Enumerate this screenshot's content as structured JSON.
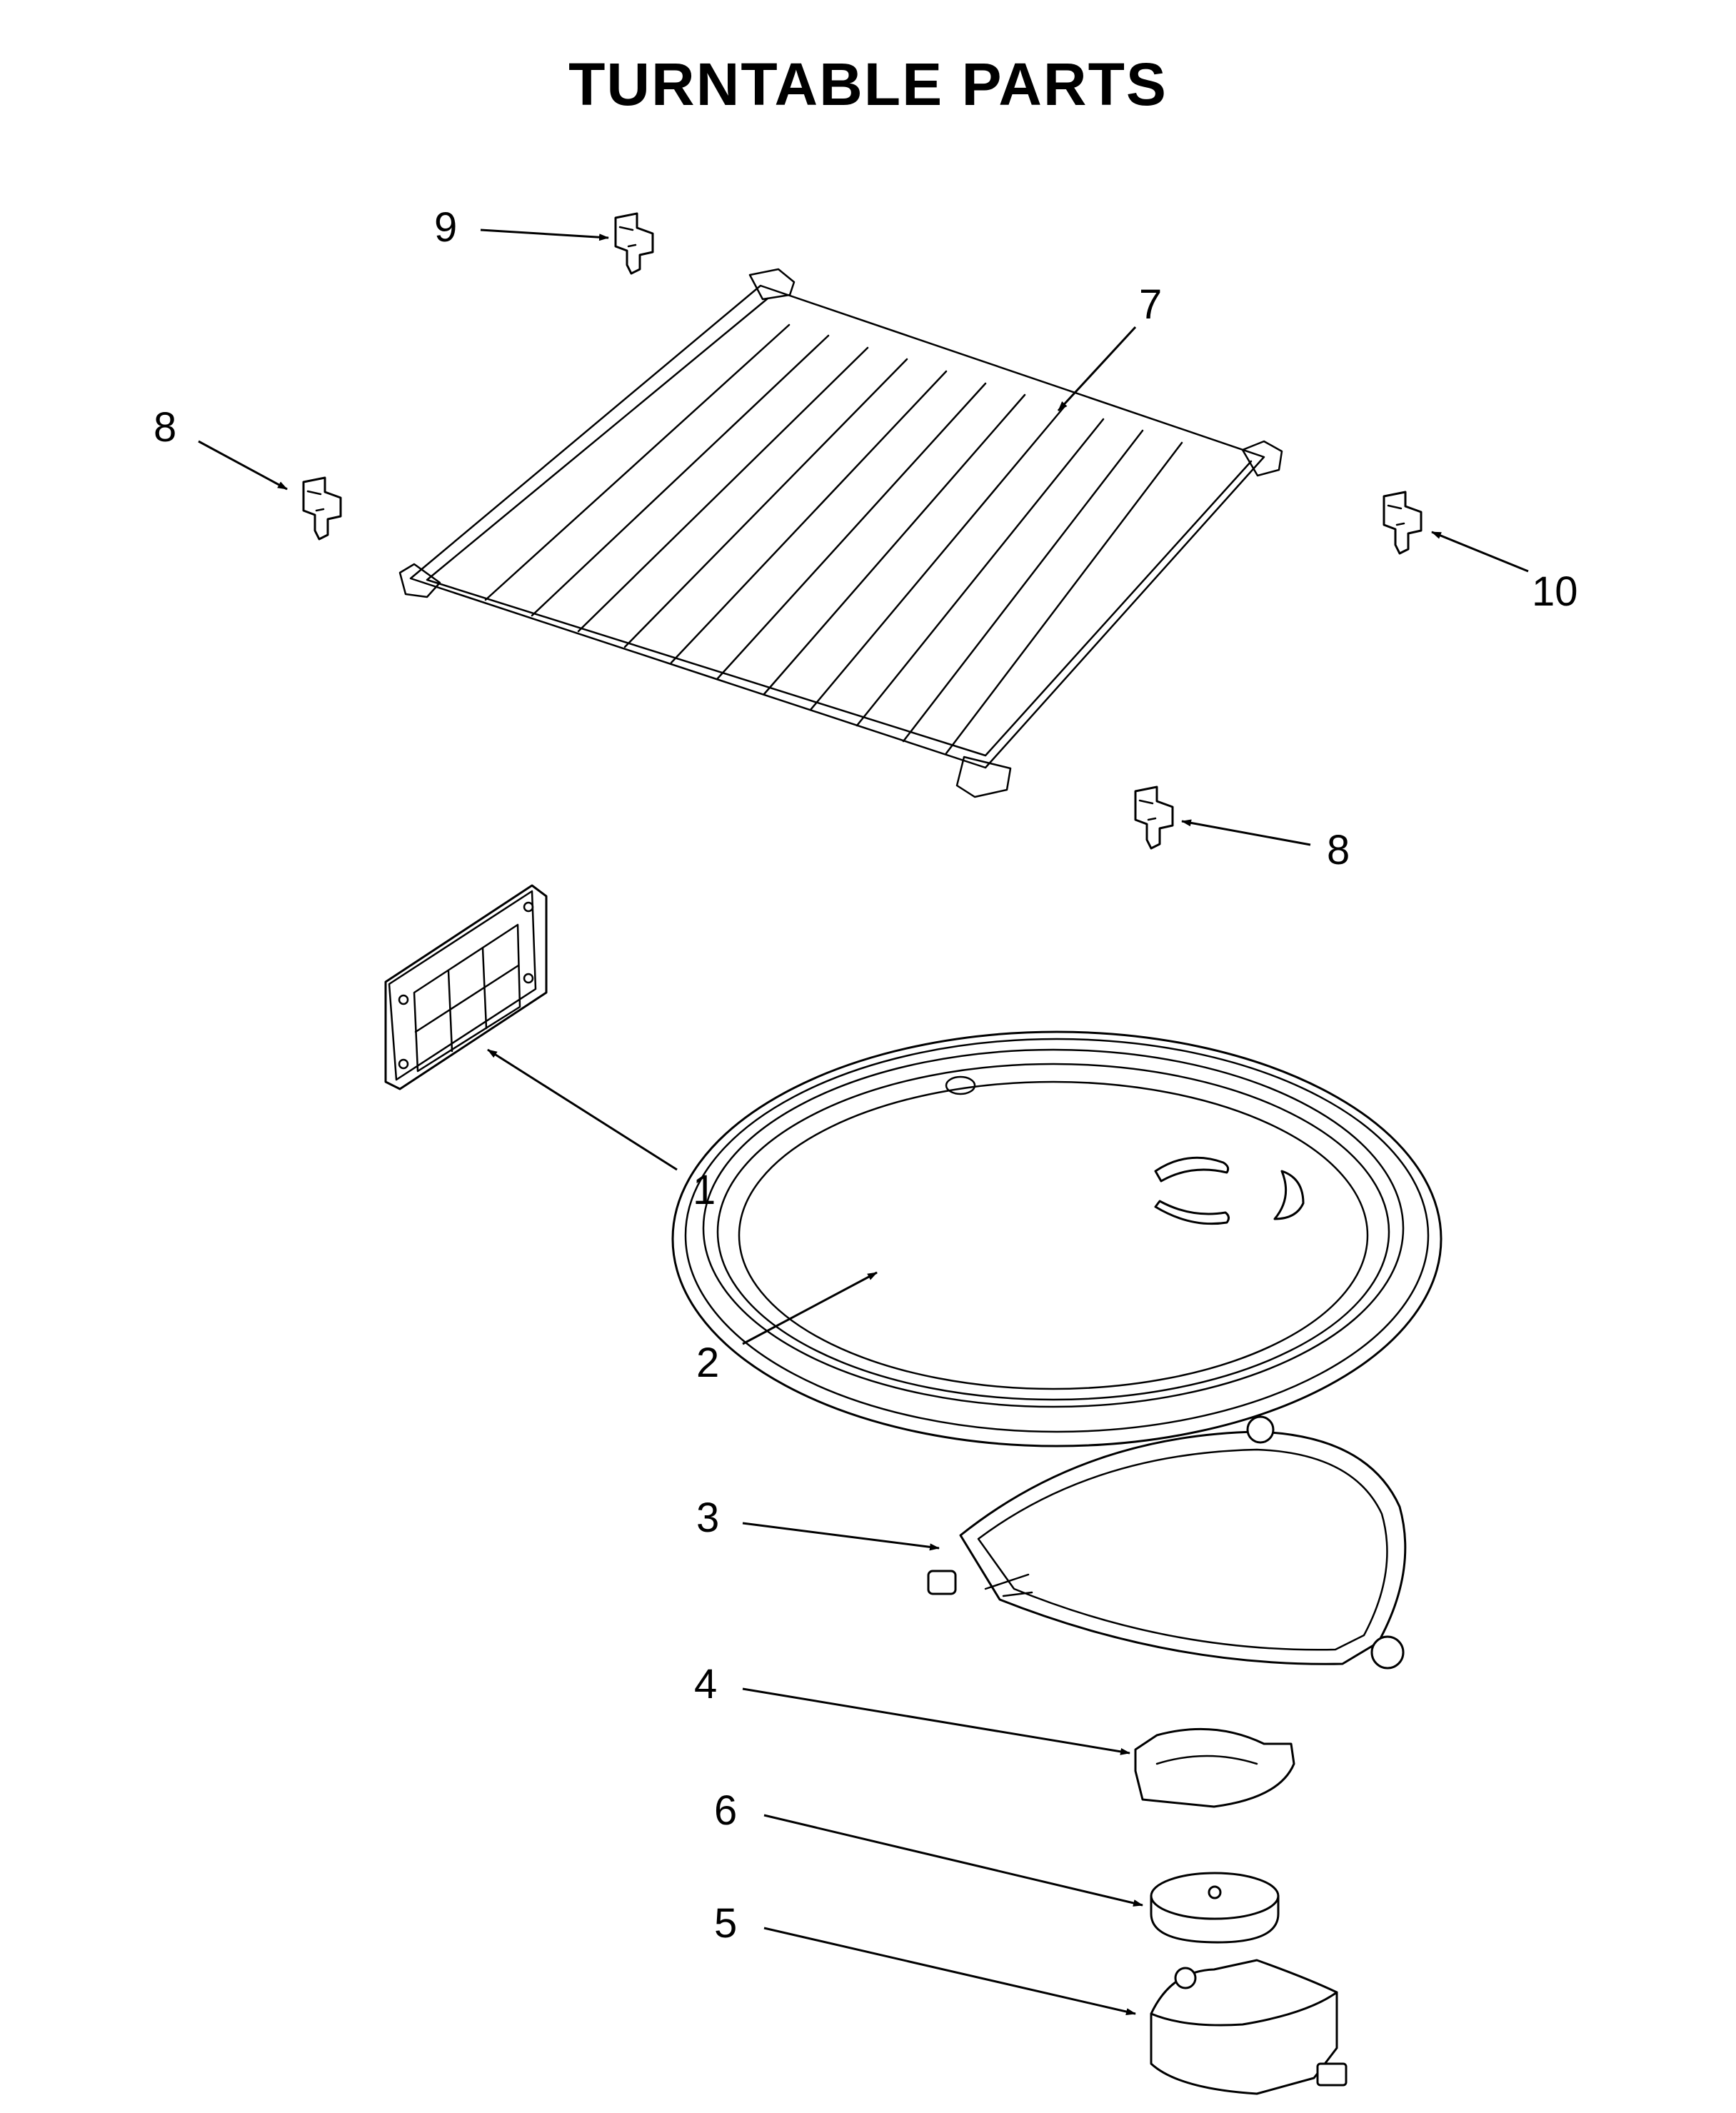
{
  "title": "TURNTABLE PARTS",
  "colors": {
    "line": "#000000",
    "background": "#ffffff",
    "shade": "#d6d6d6"
  },
  "callouts": {
    "filter": "1",
    "glass_tray": "2",
    "support_ring": "3",
    "coupler": "4",
    "motor": "5",
    "motor_shaft_cap": "6",
    "rack": "7",
    "rack_support_left": "8",
    "rack_support_rear": "9",
    "rack_support_right": "10",
    "rack_support_front": "8"
  }
}
